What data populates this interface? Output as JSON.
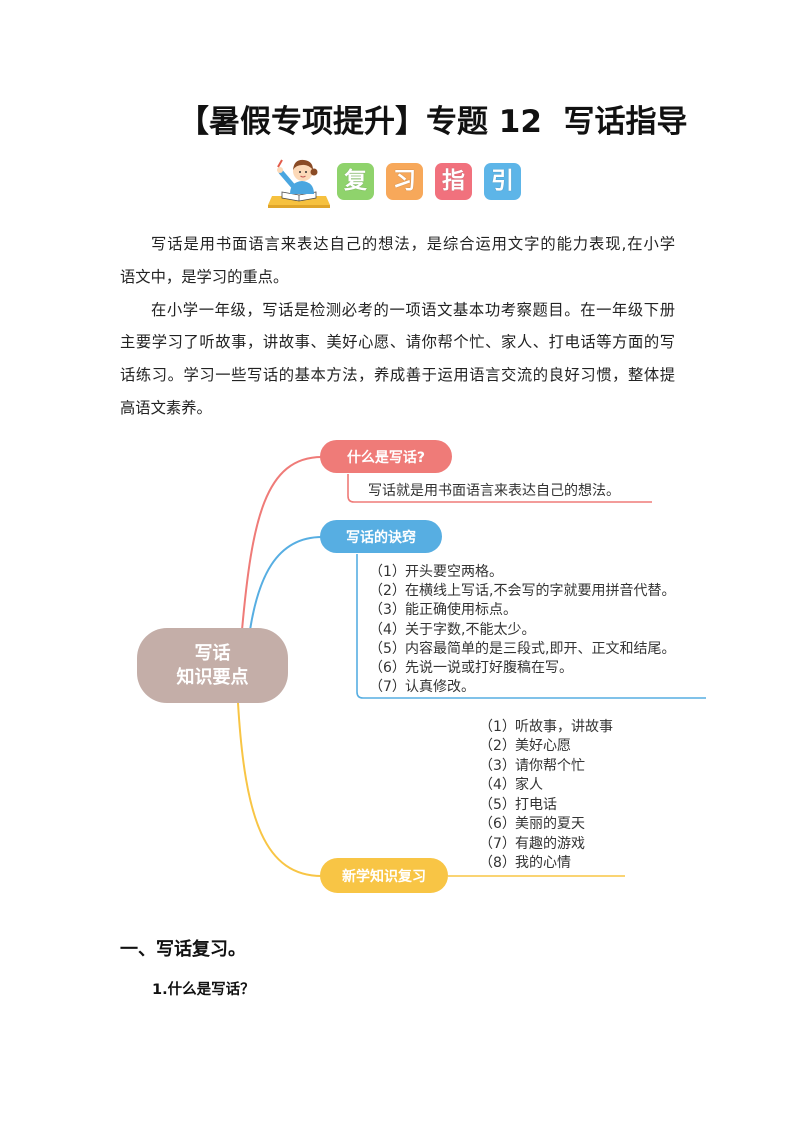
{
  "title": "【暑假专项提升】专题 12  写话指导",
  "banner": {
    "illustration": "kid-reading-icon",
    "tiles": [
      {
        "char": "复",
        "color": "#8fd36c"
      },
      {
        "char": "习",
        "color": "#f7a85a"
      },
      {
        "char": "指",
        "color": "#f1717d"
      },
      {
        "char": "引",
        "color": "#5db5e8"
      }
    ]
  },
  "intro": {
    "paragraphs": [
      [
        "写话是用书面语言来表达自己的想法，是综合运用文字的能力表现,在小学",
        "语文中，是学习的重点。"
      ],
      [
        "在小学一年级，写话是检测必考的一项语文基本功考察题目。在一年级下册",
        "主要学习了听故事，讲故事、美好心愿、请你帮个忙、家人、打电话等方面的写",
        "话练习。学习一些写话的基本方法，养成善于运用语言交流的良好习惯，整体提",
        "高语文素养。"
      ]
    ]
  },
  "mindmap": {
    "center": {
      "line1": "写话",
      "line2": "知识要点",
      "color": "#c4aea8"
    },
    "what_is": {
      "label": "什么是写话?",
      "color": "#ef7b78",
      "text": "写话就是用书面语言来表达自己的想法。"
    },
    "tips": {
      "label": "写话的诀窍",
      "color": "#57aee2",
      "items": [
        {
          "num": "（1）",
          "text": "开头要空两格。"
        },
        {
          "num": "（2）",
          "text": "在横线上写话,不会写的字就要用拼音代替。"
        },
        {
          "num": "（3）",
          "text": "能正确使用标点。"
        },
        {
          "num": "（4）",
          "text": "关于字数,不能太少。"
        },
        {
          "num": "（5）",
          "text": "内容最简单的是三段式,即开、正文和结尾。"
        },
        {
          "num": "（6）",
          "text": "先说一说或打好腹稿在写。"
        },
        {
          "num": "（7）",
          "text": "认真修改。"
        }
      ]
    },
    "review": {
      "label": "新学知识复习",
      "color": "#f8c545",
      "items": [
        {
          "num": "（1）",
          "text": "听故事，讲故事"
        },
        {
          "num": "（2）",
          "text": "美好心愿"
        },
        {
          "num": "（3）",
          "text": "请你帮个忙"
        },
        {
          "num": "（4）",
          "text": "家人"
        },
        {
          "num": "（5）",
          "text": "打电话"
        },
        {
          "num": "（6）",
          "text": "美丽的夏天"
        },
        {
          "num": "（7）",
          "text": "有趣的游戏"
        },
        {
          "num": "（8）",
          "text": "我的心情"
        }
      ]
    }
  },
  "section": {
    "heading": "一、写话复习。",
    "question": "1.什么是写话？"
  }
}
